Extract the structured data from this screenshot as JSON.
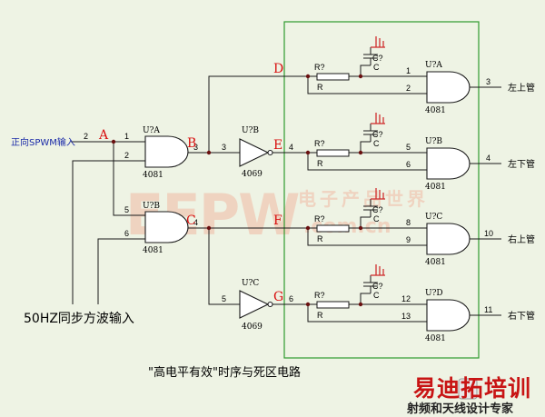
{
  "inputs": {
    "spwm": "正向SPWM输入",
    "sync": "50HZ同步方波输入"
  },
  "nodes": {
    "A": "A",
    "B": "B",
    "C": "C",
    "D": "D",
    "E": "E",
    "F": "F",
    "G": "G"
  },
  "gates": {
    "and_a_ref": "U?A",
    "and_a_part": "4081",
    "and_b_ref": "U?B",
    "and_b_part": "4081",
    "not_b_ref": "U?B",
    "not_b_part": "4069",
    "not_c_ref": "U?C",
    "not_c_part": "4069",
    "out_a_ref": "U?A",
    "out_a_part": "4081",
    "out_b_ref": "U?B",
    "out_b_part": "4081",
    "out_c_ref": "U?C",
    "out_c_part": "4081",
    "out_d_ref": "U?D",
    "out_d_part": "4081"
  },
  "pins": {
    "spwm_in": "2",
    "a_in1": "1",
    "a_in2": "2",
    "a_out": "3",
    "b_in1": "5",
    "b_in2": "6",
    "b_out": "4",
    "notb_in": "3",
    "notb_out": "4",
    "notc_in": "5",
    "notc_out": "6",
    "oa_in1": "1",
    "oa_in2": "2",
    "oa_out": "3",
    "ob_in1": "5",
    "ob_in2": "6",
    "ob_out": "4",
    "oc_in1": "8",
    "oc_in2": "9",
    "oc_out": "10",
    "od_in1": "12",
    "od_in2": "13",
    "od_out": "11"
  },
  "rc": {
    "r_ref": "R?",
    "r_val": "R",
    "c_ref": "C?",
    "c_val": "C"
  },
  "outputs": {
    "left_upper": "左上管",
    "left_lower": "左下管",
    "right_upper": "右上管",
    "right_lower": "右下管"
  },
  "caption": "\"高电平有效\"时序与死区电路",
  "watermark": {
    "brand": "EEPW",
    "cn": "电子产品世界",
    "site": ".com.cn",
    "logo_cn": "易迪拓培训",
    "logo_sub": "射频和天线设计专家"
  },
  "colors": {
    "background": "#eef3e4",
    "wire": "#1a1a1a",
    "node": "#d81010",
    "box": "#2f9a2f",
    "input_label": "#1a2aa8"
  }
}
